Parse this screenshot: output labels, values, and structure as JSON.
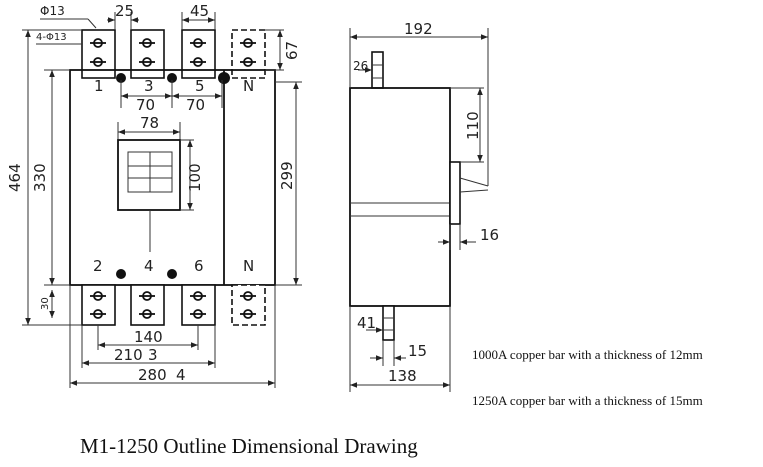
{
  "front_view": {
    "top_dims": {
      "hole_dia": "Φ13",
      "bar_pitch_25": "25",
      "bar_width_45": "45",
      "hole_pattern": "4-Φ13",
      "bar_extension": "67"
    },
    "terminals_top": [
      "1",
      "3",
      "5",
      "N"
    ],
    "terminals_bottom": [
      "2",
      "4",
      "6",
      "N"
    ],
    "pole_spacing": [
      "70",
      "70"
    ],
    "handle_width": "78",
    "handle_height": "100",
    "overall_height": "464",
    "body_height": "330",
    "bar_height": "30",
    "inner_height": "299",
    "bottom_dims": {
      "d140": "140",
      "d210": "210",
      "d210_suffix": "3",
      "d280": "280",
      "d280_suffix": "4"
    }
  },
  "side_view": {
    "depth": "192",
    "bar_offset": "26",
    "handle_offset": "110",
    "handle_thickness": "16",
    "bottom_offset": "41",
    "bottom_bar": "15",
    "body_depth": "138"
  },
  "notes": [
    "1000A copper bar with a thickness of 12mm",
    "1250A copper bar with a thickness of 15mm"
  ],
  "caption": "M1-1250 Outline Dimensional Drawing"
}
